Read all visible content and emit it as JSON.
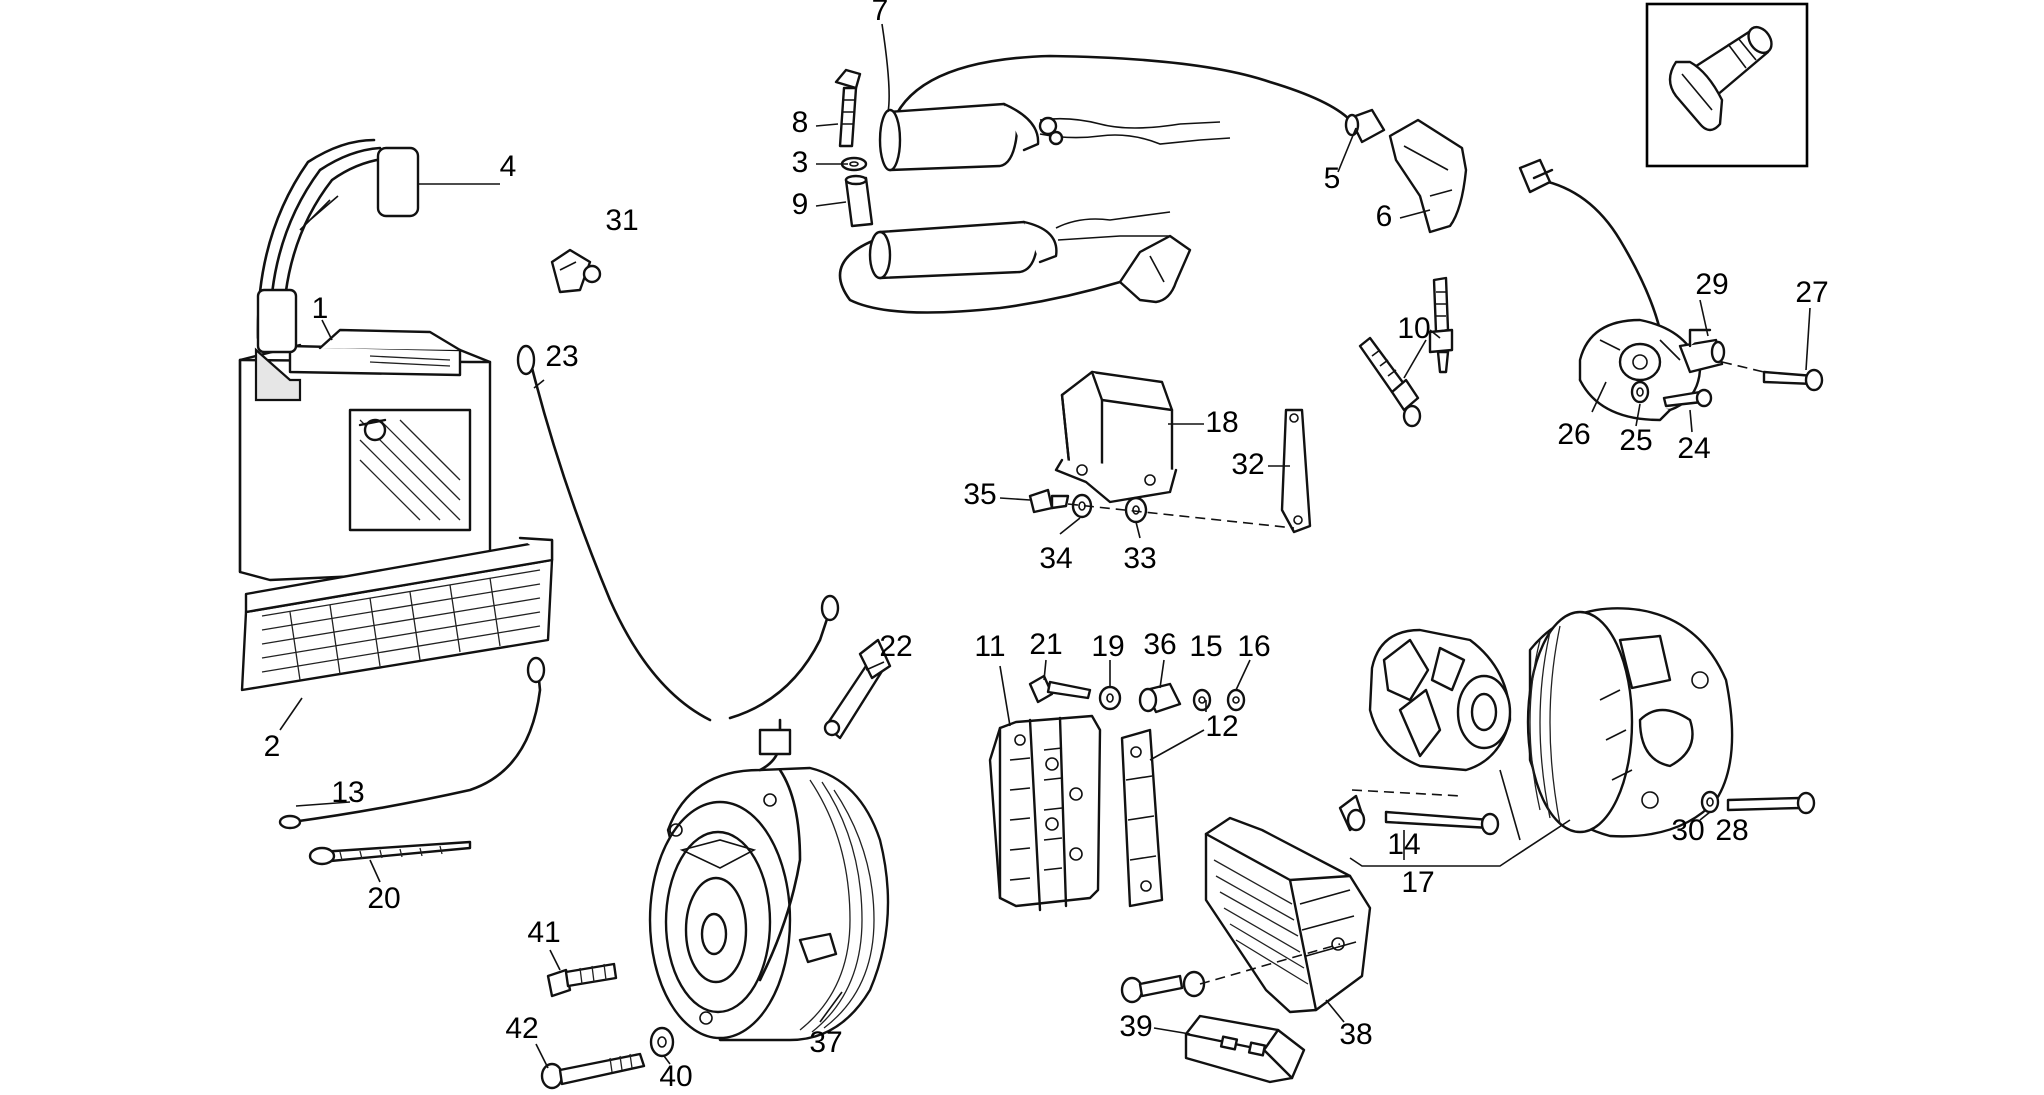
{
  "callouts": [
    "1",
    "2",
    "3",
    "4",
    "5",
    "6",
    "7",
    "8",
    "9",
    "10",
    "11",
    "12",
    "13",
    "14",
    "15",
    "16",
    "17",
    "18",
    "19",
    "20",
    "21",
    "22",
    "23",
    "24",
    "25",
    "26",
    "27",
    "28",
    "29",
    "30",
    "31",
    "32",
    "33",
    "34",
    "35",
    "36",
    "37",
    "38",
    "39",
    "40",
    "41",
    "42"
  ],
  "colors": {
    "line": "#111111",
    "background": "#ffffff"
  }
}
